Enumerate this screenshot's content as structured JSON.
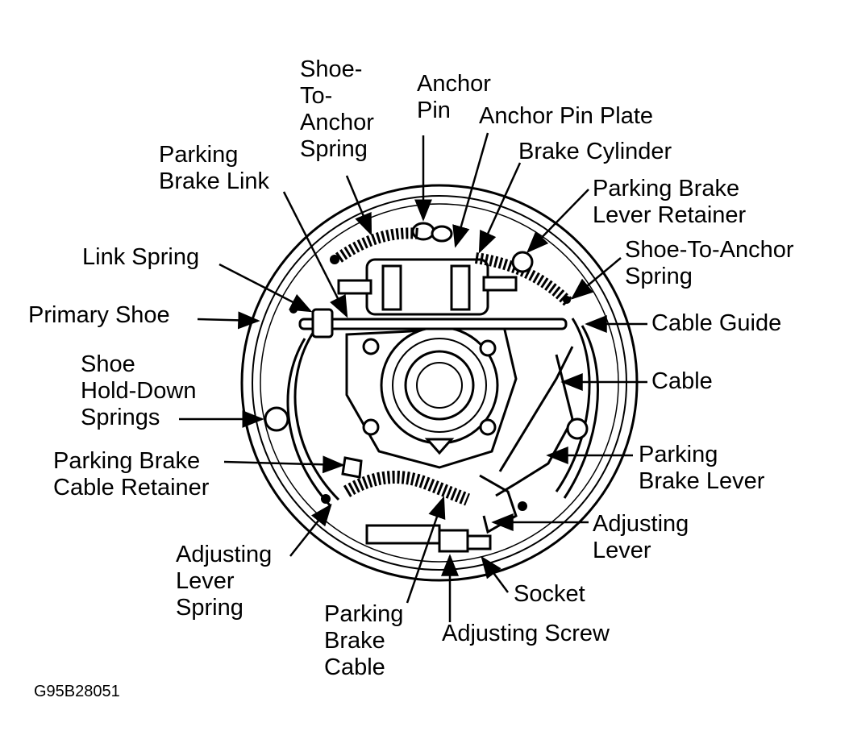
{
  "figure_code": "G95B28051",
  "labels": {
    "shoe_to_anchor_spring_top": "Shoe-\nTo-\nAnchor\nSpring",
    "anchor_pin": "Anchor\nPin",
    "anchor_pin_plate": "Anchor Pin Plate",
    "brake_cylinder": "Brake Cylinder",
    "parking_brake_link": "Parking\nBrake Link",
    "parking_brake_lever_retainer": "Parking Brake\nLever Retainer",
    "shoe_to_anchor_spring_right": "Shoe-To-Anchor\nSpring",
    "link_spring": "Link Spring",
    "primary_shoe": "Primary Shoe",
    "cable_guide": "Cable Guide",
    "cable": "Cable",
    "shoe_hold_down_springs": "Shoe\nHold-Down\nSprings",
    "parking_brake_lever": "Parking\nBrake Lever",
    "parking_brake_cable_retainer": "Parking Brake\nCable Retainer",
    "adjusting_lever": "Adjusting\nLever",
    "adjusting_lever_spring": "Adjusting\nLever\nSpring",
    "socket": "Socket",
    "parking_brake_cable": "Parking\nBrake\nCable",
    "adjusting_screw": "Adjusting Screw"
  }
}
